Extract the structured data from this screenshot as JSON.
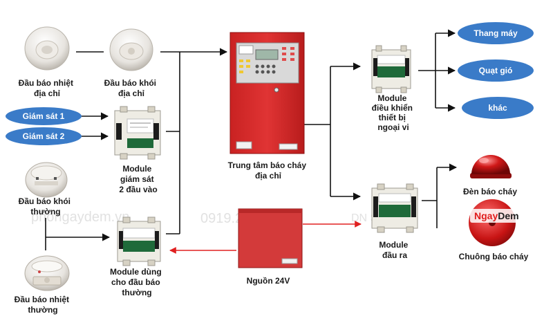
{
  "labels": {
    "heat_detector_addr": [
      "Đầu báo nhiệt",
      "địa chỉ"
    ],
    "smoke_detector_addr": [
      "Đầu báo khói",
      "địa chỉ"
    ],
    "monitor_module": [
      "Module",
      "giám sát",
      "2 đầu vào"
    ],
    "smoke_detector_conv": [
      "Đầu báo khói",
      "thường"
    ],
    "heat_detector_conv": [
      "Đầu báo nhiệt",
      "thường"
    ],
    "conventional_module": [
      "Module dùng",
      "cho đầu báo",
      "thường"
    ],
    "panel": [
      "Trung tâm báo cháy",
      "địa chỉ"
    ],
    "power_supply": [
      "Nguồn 24V"
    ],
    "control_module": [
      "Module",
      "điều khiển",
      "thiết bị",
      "ngoại vi"
    ],
    "output_module": [
      "Module",
      "đầu ra"
    ],
    "strobe": [
      "Đèn báo cháy"
    ],
    "bell": [
      "Chuông báo cháy"
    ]
  },
  "pills": {
    "monitor_1": "Giám sát 1",
    "monitor_2": "Giám sát 2",
    "elevator": "Thang máy",
    "fan": "Quạt gió",
    "other": "khác"
  },
  "watermarks": {
    "site": "phongaydem.vn",
    "phone": "0919.29.7776",
    "brand_fragment": "DN   SC"
  },
  "logo": {
    "part1": "Ngay",
    "part2": "Dem"
  },
  "colors": {
    "pill_fill": "#3a7bc8",
    "panel_red": "#d92b2b",
    "power_red": "#d33a3a",
    "red_arrow": "#e02020",
    "line": "#111111"
  }
}
